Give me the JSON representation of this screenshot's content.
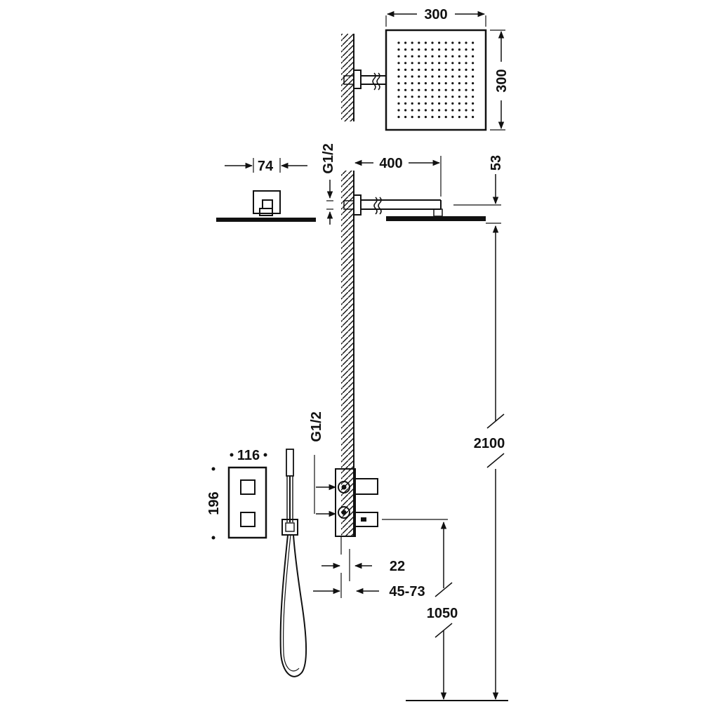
{
  "dimensions": {
    "rain_head_width": "300",
    "rain_head_depth": "300",
    "ceiling_base_width": "74",
    "inlet_top": "G1/2",
    "arm_length": "400",
    "arm_height": "53",
    "outlet_height": "2100",
    "control_plate_width": "116",
    "control_plate_height": "196",
    "inlet_valve": "G1/2",
    "wall_depth_min": "22",
    "wall_depth_range": "45-73",
    "valve_height": "1050"
  },
  "colors": {
    "line": "#111111",
    "background": "#ffffff"
  }
}
